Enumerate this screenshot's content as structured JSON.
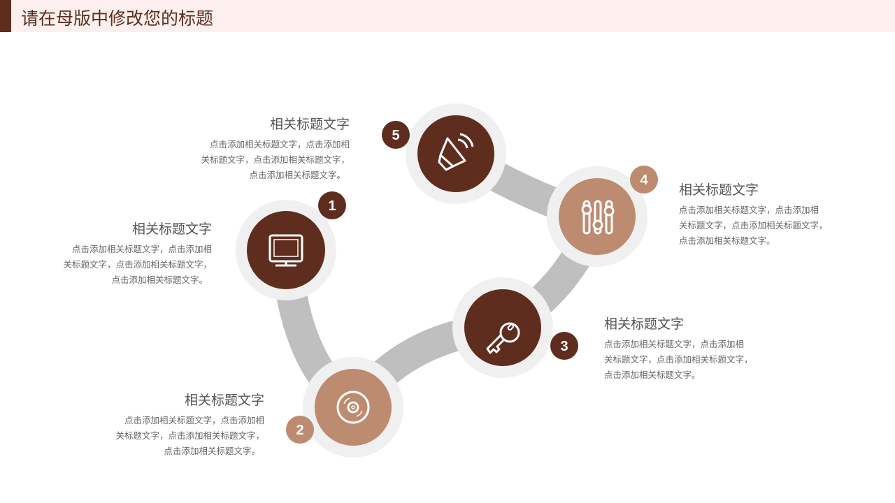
{
  "header": {
    "title": "请在母版中修改您的标题"
  },
  "colors": {
    "dark": "#5e2d1e",
    "light": "#bd8b70",
    "ring": "#f0f0f0",
    "connector": "#bfbfbf"
  },
  "items": [
    {
      "num": "1",
      "icon": "monitor-icon",
      "title": "相关标题文字",
      "lines": [
        "点击添加相关标题文字，点击添加相",
        "关标题文字，点击添加相关标题文字，",
        "点击添加相关标题文字。"
      ]
    },
    {
      "num": "2",
      "icon": "disc-icon",
      "title": "相关标题文字",
      "lines": [
        "点击添加相关标题文字，点击添加相",
        "关标题文字，点击添加相关标题文字，",
        "点击添加相关标题文字。"
      ]
    },
    {
      "num": "3",
      "icon": "key-icon",
      "title": "相关标题文字",
      "lines": [
        "点击添加相关标题文字，点击添加相",
        "关标题文字，点击添加相关标题文字，",
        "点击添加相关标题文字。"
      ]
    },
    {
      "num": "4",
      "icon": "sliders-icon",
      "title": "相关标题文字",
      "lines": [
        "点击添加相关标题文字，点击添加相",
        "关标题文字，点击添加相关标题文字，",
        "点击添加相关标题文字。"
      ]
    },
    {
      "num": "5",
      "icon": "speaker-icon",
      "title": "相关标题文字",
      "lines": [
        "点击添加相关标题文字，点击添加相",
        "关标题文字，点击添加相关标题文字，",
        "点击添加相关标题文字。"
      ]
    }
  ]
}
